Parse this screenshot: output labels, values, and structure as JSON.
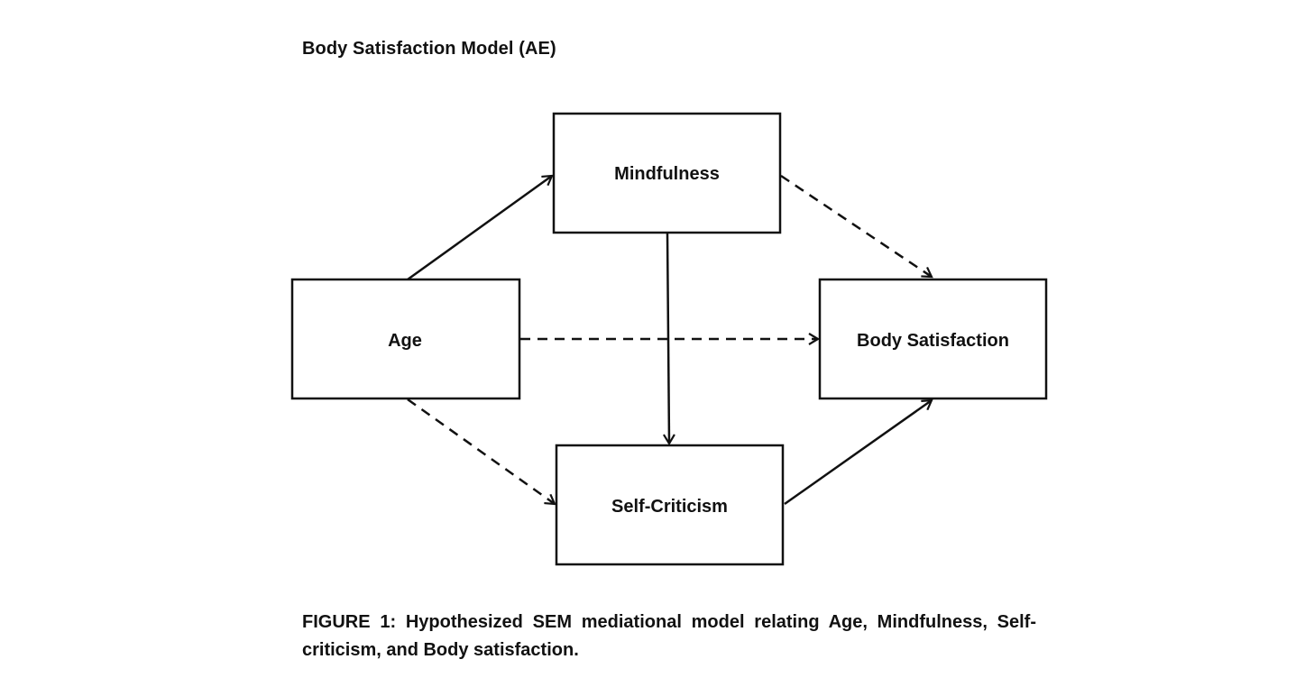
{
  "title": "Body Satisfaction Model (AE)",
  "nodes": {
    "mindfulness": "Mindfulness",
    "age": "Age",
    "body_satisfaction": "Body Satisfaction",
    "self_criticism": "Self-Criticism"
  },
  "caption": "FIGURE 1: Hypothesized SEM mediational model relating Age, Mindfulness, Self-criticism, and Body satisfaction.",
  "edges": [
    {
      "from": "Age",
      "to": "Mindfulness",
      "style": "solid"
    },
    {
      "from": "Mindfulness",
      "to": "Self-Criticism",
      "style": "solid"
    },
    {
      "from": "Mindfulness",
      "to": "Body Satisfaction",
      "style": "dashed"
    },
    {
      "from": "Age",
      "to": "Body Satisfaction",
      "style": "dashed"
    },
    {
      "from": "Age",
      "to": "Self-Criticism",
      "style": "dashed"
    },
    {
      "from": "Self-Criticism",
      "to": "Body Satisfaction",
      "style": "solid"
    }
  ],
  "colors": {
    "stroke": "#111111",
    "background": "#ffffff"
  }
}
